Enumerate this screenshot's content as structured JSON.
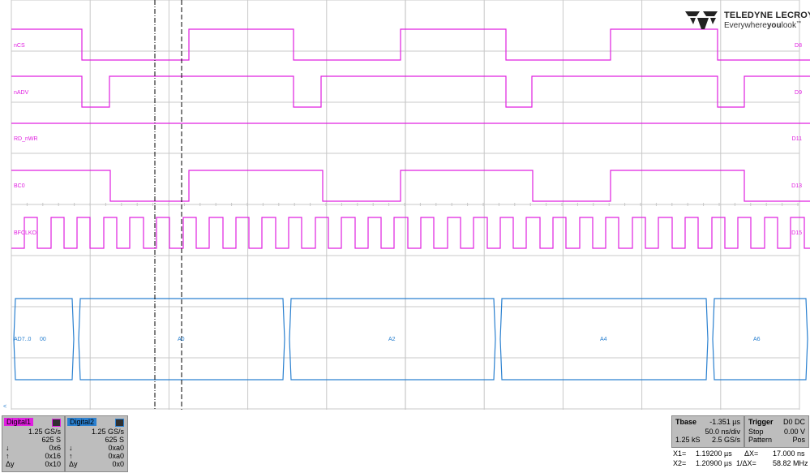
{
  "brand": {
    "name": "TELEDYNE LECROY",
    "tagline_pre": "Everywhere",
    "tagline_bold": "you",
    "tagline_post": "look",
    "tagline_tm": "™"
  },
  "colors": {
    "digital": "#e020e0",
    "bus": "#2a80d0",
    "grid": "#c8c8c8",
    "cursor": "#000000",
    "panel": "#bdbdbd"
  },
  "channels": [
    {
      "name": "nCS",
      "id": "D8"
    },
    {
      "name": "nADV",
      "id": "D9"
    },
    {
      "name": "RD_nWR",
      "id": "D11"
    },
    {
      "name": "BC0",
      "id": "D13"
    },
    {
      "name": "BFCLKO",
      "id": "D15"
    }
  ],
  "bus": {
    "name": "AD7..0",
    "segments": [
      "00",
      "A0",
      "A2",
      "A4",
      "A6"
    ]
  },
  "digital1": {
    "title": "Digital1",
    "rate": "1.25 GS/s",
    "samples": "625 S",
    "low": "0x6",
    "high": "0x16",
    "dy": "0x10",
    "low_sym": "↓",
    "high_sym": "↑",
    "dy_sym": "Δy"
  },
  "digital2": {
    "title": "Digital2",
    "rate": "1.25 GS/s",
    "samples": "625 S",
    "low": "0xa0",
    "high": "0xa0",
    "dy": "0x0",
    "low_sym": "↓",
    "high_sym": "↑",
    "dy_sym": "Δy"
  },
  "tbase": {
    "title": "Tbase",
    "offset": "-1.351 µs",
    "div": "50.0 ns/div",
    "size": "1.25 kS",
    "rate": "2.5 GS/s"
  },
  "trigger": {
    "title": "Trigger",
    "source": "D0 DC",
    "mode": "Stop",
    "level": "0.00 V",
    "type": "Pattern",
    "slope": "Pos"
  },
  "cursors": {
    "x1_label": "X1=",
    "x1": "1.19200 µs",
    "dx_label": "ΔX=",
    "dx": "17.000 ns",
    "x2_label": "X2=",
    "x2": "1.20900 µs",
    "inv_label": "1/ΔX=",
    "inv": "58.82 MHz"
  },
  "marker_left": "<"
}
